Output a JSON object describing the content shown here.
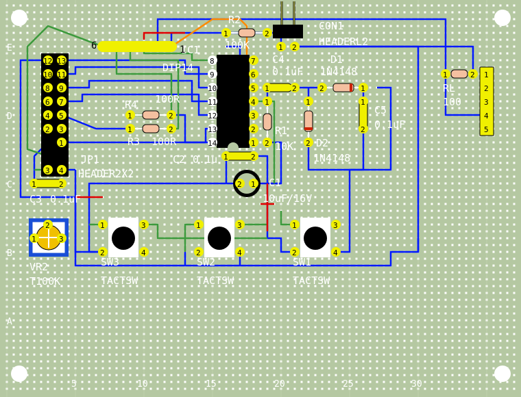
{
  "board": {
    "background": "#b5c8a2",
    "hole_color": "#ffffff",
    "edge_color": "#c8d8b6"
  },
  "colors": {
    "trace_blue": "#0018ff",
    "trace_green": "#3c9a3c",
    "trace_red": "#e00000",
    "trace_orange": "#ff8a00",
    "pad_yellow": "#f0f000",
    "label_white": "#ffffff",
    "text_black": "#000000"
  },
  "row_labels": [
    "E",
    "D",
    "C",
    "B",
    "A"
  ],
  "col_labels": [
    "5",
    "10",
    "15",
    "20",
    "25",
    "30"
  ],
  "components": {
    "con1": {
      "ref": "CON1",
      "value": "HEADERL2",
      "pins": [
        "1",
        "2"
      ]
    },
    "r2": {
      "ref": "R2",
      "value": "100K",
      "pins": [
        "1",
        "2"
      ]
    },
    "ic1": {
      "ref": "IC1",
      "value": "DIP14",
      "pins_left": [
        "8",
        "9",
        "10",
        "11",
        "12",
        "13",
        "14"
      ],
      "pins_right": [
        "7",
        "6",
        "5",
        "4",
        "3",
        "2",
        "1"
      ]
    },
    "c4": {
      "ref": "C4",
      "value": "0.1uF",
      "pins": [
        "1",
        "2"
      ]
    },
    "d1": {
      "ref": "D1",
      "value": "1N4148",
      "pins": [
        "2",
        "1"
      ]
    },
    "rl": {
      "ref": "RL",
      "value": "100",
      "pins": [
        "1",
        "2"
      ]
    },
    "out_header": {
      "pins": [
        "1",
        "2",
        "3",
        "4",
        "5"
      ]
    },
    "r4": {
      "ref": "R4",
      "value": "100R",
      "pins": [
        "1",
        "2"
      ]
    },
    "r3": {
      "ref": "R3",
      "value": "100R",
      "pins": [
        "1",
        "2"
      ]
    },
    "r1": {
      "ref": "R1",
      "value": "10K",
      "pins": [
        "1",
        "2"
      ]
    },
    "d2": {
      "ref": "D2",
      "value": "1N4148",
      "pins": [
        "1",
        "2"
      ]
    },
    "c5": {
      "ref": "C5",
      "value": "0.1uF",
      "pins": [
        "1",
        "2"
      ]
    },
    "c2": {
      "ref": "C2",
      "value": "0.1u",
      "pins": [
        "1",
        "2"
      ]
    },
    "c1": {
      "ref": "C1",
      "value": "10uF/16V",
      "pins": [
        "2",
        "1"
      ]
    },
    "c3": {
      "ref": "C3",
      "value": "0.1uF",
      "pins": [
        "1",
        "2"
      ]
    },
    "jp1": {
      "ref": "JP1",
      "value": "HEADER2X2",
      "pins_a": [
        "12",
        "10",
        "8",
        "6",
        "4",
        "2"
      ],
      "pins_b": [
        "13",
        "11",
        "9",
        "7",
        "5",
        "3",
        "1"
      ],
      "pins_c": [
        "3",
        "4"
      ]
    },
    "jp_top": {
      "pin_first": "6",
      "pin_last": "1"
    },
    "vr2": {
      "ref": "VR2",
      "value": "T100K",
      "pins": [
        "1",
        "2",
        "3"
      ]
    },
    "sw3": {
      "ref": "SW3",
      "value": "TACTSW",
      "pins": [
        "1",
        "2",
        "3",
        "4"
      ]
    },
    "sw2": {
      "ref": "SW2",
      "value": "TACTSW",
      "pins": [
        "1",
        "2",
        "3",
        "4"
      ]
    },
    "sw1": {
      "ref": "SW1",
      "value": "TACTSW",
      "pins": [
        "1",
        "2",
        "3",
        "4"
      ]
    }
  }
}
